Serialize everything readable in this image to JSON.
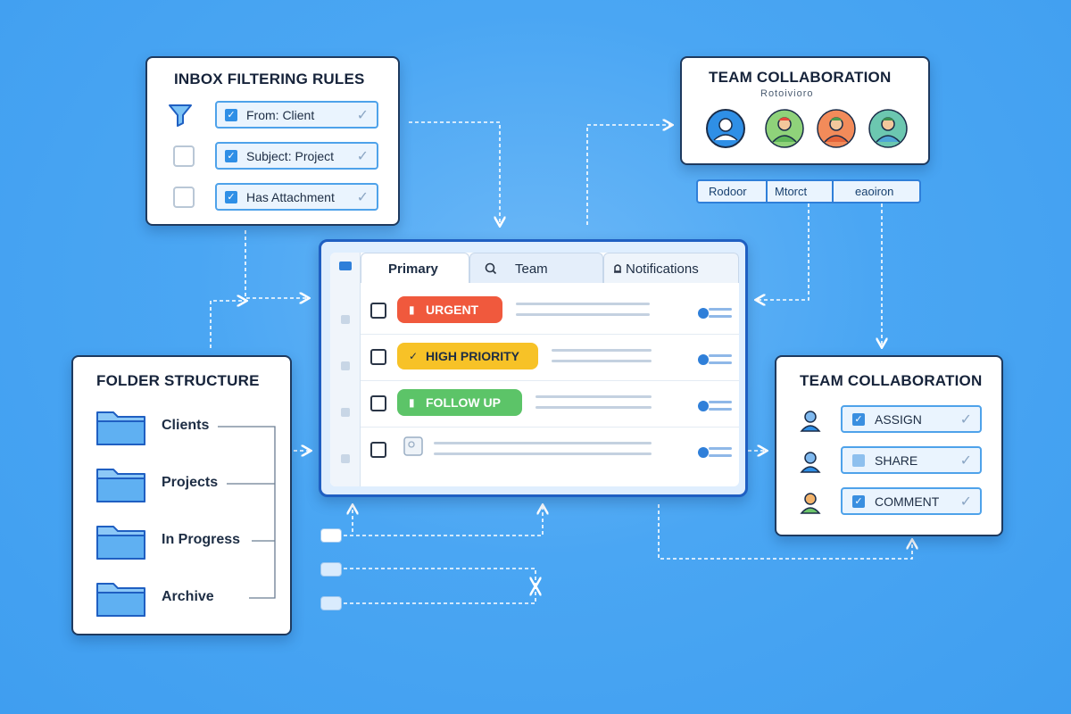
{
  "colors": {
    "background": "#4aa6f3",
    "accent": "#2f8fe6",
    "urgent": "#f0593d",
    "high_priority": "#f7c227",
    "follow_up": "#5cc468"
  },
  "inbox_rules": {
    "title": "INBOX FILTERING RULES",
    "icon": "funnel-icon",
    "rules": [
      {
        "label": "From: Client",
        "checked": true
      },
      {
        "label": "Subject: Project",
        "checked": true
      },
      {
        "label": "Has Attachment",
        "checked": true
      }
    ]
  },
  "team_top": {
    "title": "TEAM COLLABORATION",
    "subtitle": "Rotoivioro",
    "avatars": [
      "user-avatar-blue",
      "user-avatar-green",
      "user-avatar-orange",
      "user-avatar-teal"
    ],
    "bar_segments": [
      "Rodoor",
      "Mtorct",
      "eaoiron"
    ]
  },
  "email_app": {
    "tabs": [
      {
        "label": "Primary",
        "icon": ""
      },
      {
        "label": "Team",
        "icon": "search-icon"
      },
      {
        "label": "Notifications",
        "icon": "bell-icon"
      }
    ],
    "messages": [
      {
        "tag": "URGENT",
        "color": "#f0593d"
      },
      {
        "tag": "HIGH PRIORITY",
        "color": "#f7c227"
      },
      {
        "tag": "FOLLOW UP",
        "color": "#5cc468"
      },
      {
        "tag": "",
        "color": ""
      }
    ]
  },
  "folders": {
    "title": "FOLDER STRUCTURE",
    "items": [
      "Clients",
      "Projects",
      "In Progress",
      "Archive"
    ]
  },
  "team_actions": {
    "title": "TEAM COLLABORATION",
    "actions": [
      "ASSIGN",
      "SHARE",
      "COMMENT"
    ]
  }
}
